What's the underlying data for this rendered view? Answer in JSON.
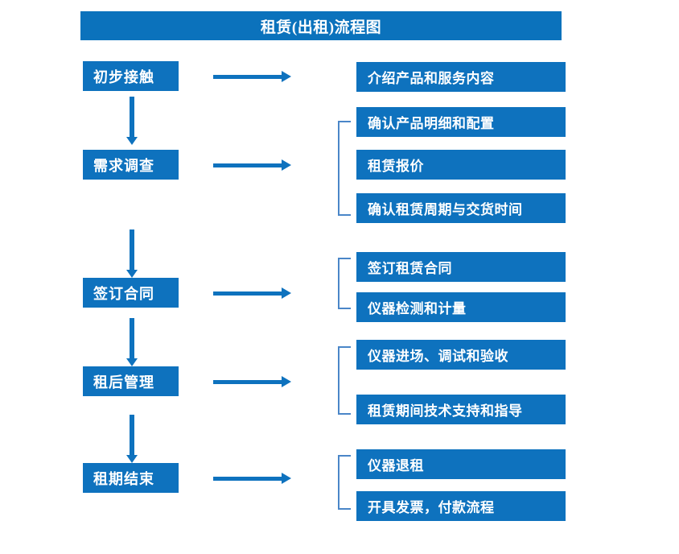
{
  "diagram": {
    "title": "租赁(出租)流程图",
    "accent_color": "#0E72BE",
    "title_bar_color": "#0B72BC",
    "bracket_color": "#4A86C8",
    "text_color": "#FFFFFF",
    "background_color": "#FFFFFF",
    "stages": [
      {
        "id": "stage-1",
        "label": "初步接触",
        "details": [
          {
            "id": "detail-1-1",
            "label": "介绍产品和服务内容"
          }
        ],
        "has_bracket": false
      },
      {
        "id": "stage-2",
        "label": "需求调查",
        "details": [
          {
            "id": "detail-2-1",
            "label": "确认产品明细和配置"
          },
          {
            "id": "detail-2-2",
            "label": "租赁报价"
          },
          {
            "id": "detail-2-3",
            "label": "确认租赁周期与交货时间"
          }
        ],
        "has_bracket": true
      },
      {
        "id": "stage-3",
        "label": "签订合同",
        "details": [
          {
            "id": "detail-3-1",
            "label": "签订租赁合同"
          },
          {
            "id": "detail-3-2",
            "label": "仪器检测和计量"
          }
        ],
        "has_bracket": true
      },
      {
        "id": "stage-4",
        "label": "租后管理",
        "details": [
          {
            "id": "detail-4-1",
            "label": "仪器进场、调试和验收"
          },
          {
            "id": "detail-4-2",
            "label": "租赁期间技术支持和指导"
          }
        ],
        "has_bracket": true
      },
      {
        "id": "stage-5",
        "label": "租期结束",
        "details": [
          {
            "id": "detail-5-1",
            "label": "仪器退租"
          },
          {
            "id": "detail-5-2",
            "label": "开具发票，付款流程"
          }
        ],
        "has_bracket": true
      }
    ]
  }
}
